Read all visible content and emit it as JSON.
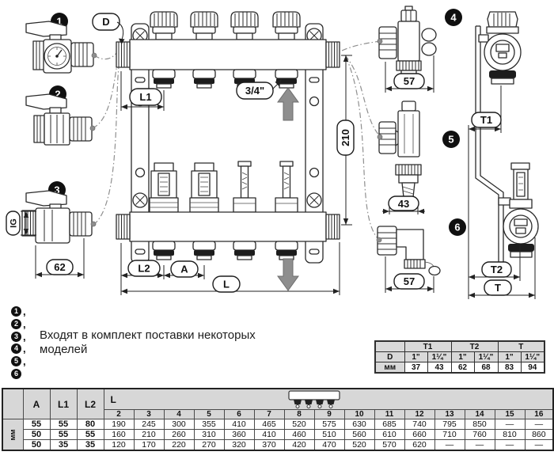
{
  "diagram": {
    "badge_numbers": [
      "1",
      "2",
      "3",
      "4",
      "5",
      "6"
    ],
    "labels": {
      "d": "D",
      "l1": "L1",
      "outlet_size": "3/4\"",
      "height_210": "210",
      "l2": "L2",
      "a": "A",
      "l": "L",
      "ig": "IG",
      "width_62": "62",
      "width_57_top": "57",
      "width_43": "43",
      "width_57_bottom": "57",
      "t1": "T1",
      "t2": "T2",
      "t": "T"
    }
  },
  "legend": {
    "items": [
      {
        "num": "1",
        "suffix": ","
      },
      {
        "num": "2",
        "suffix": ","
      },
      {
        "num": "3",
        "suffix": ","
      },
      {
        "num": "4",
        "suffix": ","
      },
      {
        "num": "5",
        "suffix": ","
      },
      {
        "num": "6",
        "suffix": ""
      }
    ],
    "line1": "Входят в комплект поставки некоторых",
    "line2": "моделей"
  },
  "size_table": {
    "corner": "",
    "group_headers": [
      "T1",
      "T2",
      "T"
    ],
    "row_d": [
      "D",
      "1\"",
      "1¼\"",
      "1\"",
      "1¼\"",
      "1\"",
      "1¼\""
    ],
    "row_mm": [
      "мм",
      "37",
      "43",
      "62",
      "68",
      "83",
      "94"
    ]
  },
  "big_table": {
    "unit_label": "мм",
    "headers": {
      "a": "A",
      "l1": "L1",
      "l2": "L2",
      "l": "L"
    },
    "sub_columns": [
      "2",
      "3",
      "4",
      "5",
      "6",
      "7",
      "8",
      "9",
      "10",
      "11",
      "12",
      "13",
      "14",
      "15",
      "16"
    ],
    "rows": [
      {
        "a": "55",
        "l1": "55",
        "l2": "80",
        "l_values": [
          "190",
          "245",
          "300",
          "355",
          "410",
          "465",
          "520",
          "575",
          "630",
          "685",
          "740",
          "795",
          "850",
          "—",
          "—"
        ]
      },
      {
        "a": "50",
        "l1": "55",
        "l2": "55",
        "l_values": [
          "160",
          "210",
          "260",
          "310",
          "360",
          "410",
          "460",
          "510",
          "560",
          "610",
          "660",
          "710",
          "760",
          "810",
          "860"
        ]
      },
      {
        "a": "50",
        "l1": "35",
        "l2": "35",
        "l_values": [
          "120",
          "170",
          "220",
          "270",
          "320",
          "370",
          "420",
          "470",
          "520",
          "570",
          "620",
          "—",
          "—",
          "—",
          "—"
        ]
      }
    ]
  },
  "colors": {
    "line": "#2a2a2a",
    "table_header_bg": "#d7d7d7",
    "arrow_gray": "#8e8e8e",
    "badge_bg": "#111111"
  }
}
